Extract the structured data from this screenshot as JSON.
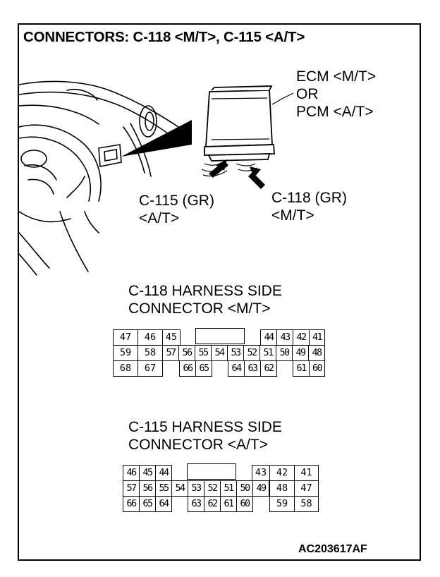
{
  "title": "CONNECTORS: C-118 <M/T>, C-115 <A/T>",
  "ecm_label": [
    "ECM <M/T>",
    "OR",
    "PCM <A/T>"
  ],
  "c115_callout": [
    "C-115 (GR)",
    "<A/T>"
  ],
  "c118_callout": [
    "C-118 (GR)",
    "<M/T>"
  ],
  "c118_heading": [
    "C-118 HARNESS SIDE",
    "CONNECTOR <M/T>"
  ],
  "c115_heading": [
    "C-115 HARNESS SIDE",
    "CONNECTOR <A/T>"
  ],
  "c118_pins": {
    "row1": [
      "47",
      "46",
      "45",
      "44",
      "43",
      "42",
      "41"
    ],
    "row2": [
      "59",
      "58",
      "57",
      "56",
      "55",
      "54",
      "53",
      "52",
      "51",
      "50",
      "49",
      "48"
    ],
    "row3": [
      "68",
      "67",
      "66",
      "65",
      "64",
      "63",
      "62",
      "61",
      "60"
    ]
  },
  "c115_pins": {
    "row1": [
      "46",
      "45",
      "44",
      "43",
      "42",
      "41"
    ],
    "row2": [
      "57",
      "56",
      "55",
      "54",
      "53",
      "52",
      "51",
      "50",
      "49",
      "48",
      "47"
    ],
    "row3": [
      "66",
      "65",
      "64",
      "63",
      "62",
      "61",
      "60",
      "59",
      "58"
    ]
  },
  "figure_code": "AC203617AF"
}
